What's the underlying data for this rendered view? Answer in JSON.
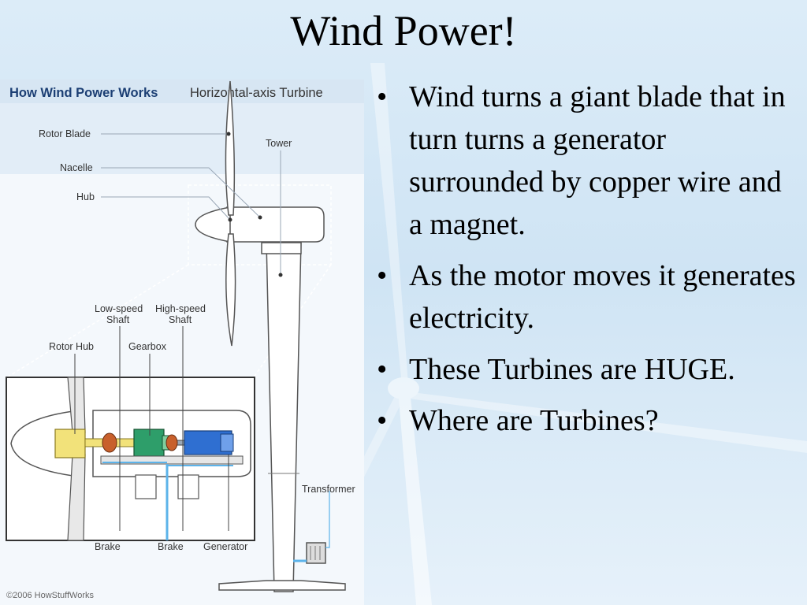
{
  "slide": {
    "title": "Wind Power!",
    "bullets": [
      "Wind turns a giant blade that in turn turns a generator surrounded by copper wire and a magnet.",
      "As the motor moves it generates electricity.",
      "These Turbines are HUGE.",
      "Where are Turbines?"
    ]
  },
  "diagram": {
    "heading": "How Wind Power Works",
    "subheading": "Horizontal-axis Turbine",
    "labels": {
      "rotor_blade": "Rotor Blade",
      "nacelle": "Nacelle",
      "hub": "Hub",
      "tower": "Tower",
      "low_speed_shaft_1": "Low-speed",
      "low_speed_shaft_2": "Shaft",
      "high_speed_shaft_1": "High-speed",
      "high_speed_shaft_2": "Shaft",
      "rotor_hub": "Rotor Hub",
      "gearbox": "Gearbox",
      "transformer": "Transformer",
      "brake_1": "Brake",
      "brake_2": "Brake",
      "generator": "Generator"
    },
    "copyright": "©2006 HowStuffWorks"
  },
  "colors": {
    "diagram_header_text": "#1c3f74",
    "callout_line": "#9aa7b6",
    "hub_yellow": "#f2e27a",
    "gearbox_green": "#2e9e6a",
    "generator_blue": "#2f6fd1",
    "cable_blue": "#5cb3ea"
  }
}
